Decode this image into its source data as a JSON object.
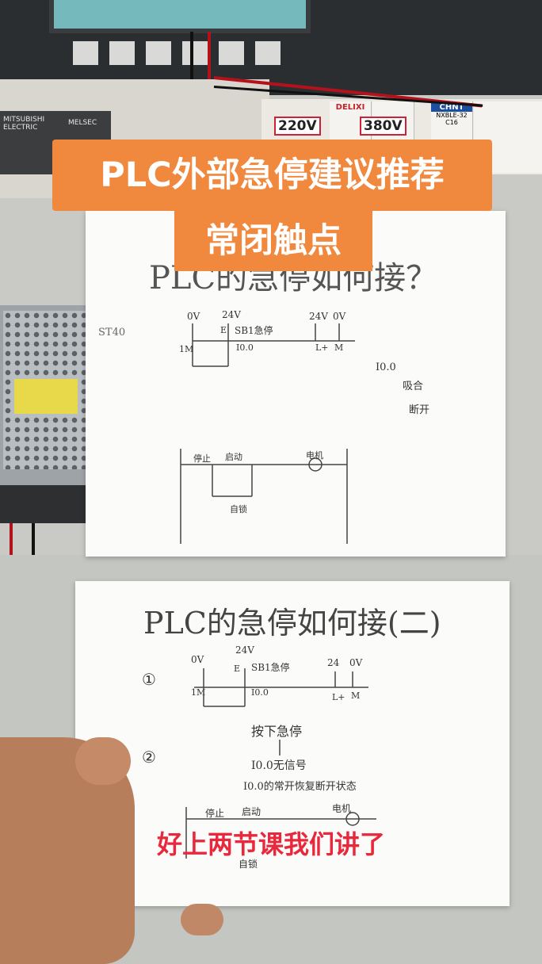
{
  "overlay": {
    "title_line1": "PLC外部急停建议推荐",
    "title_line2": "常闭触点",
    "subtitle": "好上两节课我们讲了"
  },
  "background": {
    "plc_brand": "MITSUBISHI ELECTRIC",
    "plc_model": "MELSEC",
    "breakers": [
      {
        "brand": "DELIXI",
        "tag": "220V"
      },
      {
        "brand": "",
        "tag": "380V"
      },
      {
        "brand": "CHNT",
        "model": "NXBLE-32",
        "rating": "C16"
      }
    ]
  },
  "paper1": {
    "heading": "PLC的急停如何接？",
    "label_st40": "ST40",
    "ov_left": "0V",
    "v24_left": "24V",
    "estop": "SB1急停",
    "e_mark": "E",
    "im": "1M",
    "i00": "I0.0",
    "v24_right": "24V",
    "ov_right": "0V",
    "lplus": "L+",
    "m": "M",
    "legend_i00": "I0.0",
    "legend_closed": "吸合",
    "legend_open": "断开",
    "ladder_stop": "停止",
    "ladder_start": "启动",
    "ladder_motor": "电机",
    "ladder_selflock": "自锁"
  },
  "paper2": {
    "heading": "PLC的急停如何接(二)",
    "step1": "①",
    "step2": "②",
    "ov_left": "0V",
    "v24_left": "24V",
    "estop": "SB1急停",
    "e_mark": "E",
    "im": "1M",
    "i00": "I0.0",
    "v24_right": "24",
    "ov_right": "0V",
    "lplus": "L+",
    "m": "M",
    "press": "按下急停",
    "no_signal": "I0.0无信号",
    "restore": "I0.0的常开恢复断开状态",
    "ladder_stop": "停止",
    "ladder_start": "启动",
    "ladder_motor": "电机",
    "ladder_selflock": "自锁"
  }
}
